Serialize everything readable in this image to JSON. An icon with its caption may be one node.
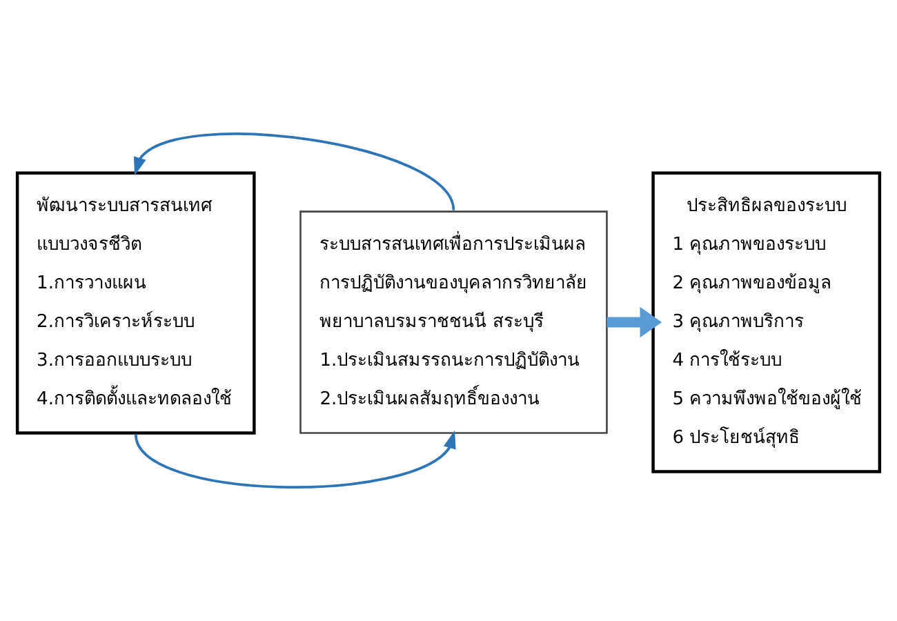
{
  "diagram": {
    "nodes": [
      {
        "text": [
          "พัฒนาระบบสารสนเทศแบบวงจรชีวิต",
          "1.การวางแผน",
          "2.การวิเคราะห์ระบบ",
          "3.การออกแบบระบบ",
          "4.การติดตั้งและทดลองใช้"
        ]
      },
      {
        "text": [
          "ระบบสารสนเทศเพื่อการประเมินผลการปฏิบัติงานของบุคลากรวิทยาลัยพยาบาลบรมราชชนนี สระบุรี",
          "1.ประเมินสมรรถนะการปฏิบัติงาน",
          "2.ประเมินผลสัมฤทธิ์ของงาน"
        ]
      },
      {
        "text": [
          "ประสิทธิผลของระบบ",
          "1 คุณภาพของระบบ",
          "2 คุณภาพของข้อมูล",
          "3 คุณภาพบริการ",
          "4 การใช้ระบบ",
          "5 ความพึงพอใช้ของผู้ใช้",
          "6 ประโยชน์สุทธิ"
        ]
      }
    ],
    "edges": [
      {
        "from": 1,
        "to": 0,
        "arrow": "to"
      },
      {
        "from": 0,
        "to": 1,
        "arrow": "to"
      },
      {
        "from": 1,
        "to": 2,
        "arrow": "to",
        "style": "thick",
        "color": "#5b9bd5"
      }
    ]
  }
}
